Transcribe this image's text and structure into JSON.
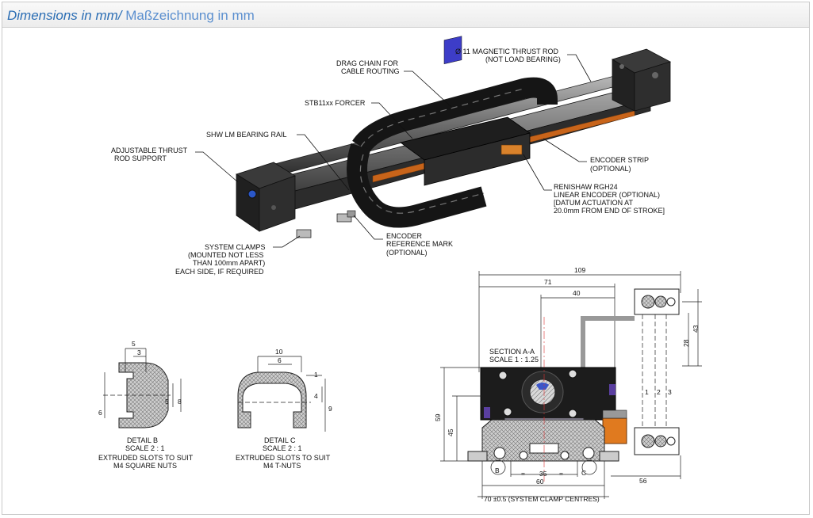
{
  "header": {
    "title_en": "Dimensions in mm/",
    "title_de": " Maßzeichnung in mm"
  },
  "callouts": {
    "thrust_rod_1": "Ø 11 MAGNETIC THRUST ROD",
    "thrust_rod_2": "(NOT LOAD BEARING)",
    "drag_chain_1": "DRAG CHAIN FOR",
    "drag_chain_2": "CABLE ROUTING",
    "forcer": "STB11xx FORCER",
    "rail": "SHW LM BEARING RAIL",
    "support_1": "ADJUSTABLE THRUST",
    "support_2": "ROD SUPPORT",
    "enc_strip_1": "ENCODER STRIP",
    "enc_strip_2": "(OPTIONAL)",
    "renishaw_1": "RENISHAW RGH24",
    "renishaw_2": "LINEAR ENCODER (OPTIONAL)",
    "renishaw_3": "[DATUM ACTUATION AT",
    "renishaw_4": "20.0mm FROM END OF STROKE]",
    "clamps_1": "SYSTEM CLAMPS",
    "clamps_2": "(MOUNTED NOT LESS",
    "clamps_3": "THAN 100mm APART)",
    "clamps_4": "EACH SIDE, IF REQUIRED",
    "refmark_1": "ENCODER",
    "refmark_2": "REFERENCE MARK",
    "refmark_3": "(OPTIONAL)"
  },
  "detail_b": {
    "line1": "DETAIL B",
    "line2": "SCALE 2 : 1",
    "line3": "EXTRUDED SLOTS TO SUIT",
    "line4": "M4 SQUARE NUTS",
    "dim_5": "5",
    "dim_3": "3",
    "dim_6": "6",
    "dim_5b": "5",
    "dim_8": "8"
  },
  "detail_c": {
    "line1": "DETAIL C",
    "line2": "SCALE 2 : 1",
    "line3": "EXTRUDED SLOTS TO SUIT",
    "line4": "M4 T-NUTS",
    "dim_10": "10",
    "dim_6": "6",
    "dim_1": "1",
    "dim_4": "4",
    "dim_9": "9"
  },
  "section": {
    "line1": "SECTION A-A",
    "line2": "SCALE 1 : 1.25",
    "dim_109": "109",
    "dim_71": "71",
    "dim_40": "40",
    "dim_28": "28",
    "dim_43": "43",
    "dim_59": "59",
    "dim_45": "45",
    "dim_35": "35",
    "dim_eq1": "=",
    "dim_eq2": "=",
    "dim_60": "60",
    "dim_56": "56",
    "dim_70": "70 ±0.5 (SYSTEM CLAMP CENTRES)",
    "mark_b": "B",
    "mark_c": "C",
    "num_1": "1",
    "num_2": "2",
    "num_3": "3"
  },
  "colors": {
    "accent_blue": "#2a6db4",
    "orange": "#e07a1f",
    "purple": "#5a3fa0",
    "hatch": "#7a7a7a"
  }
}
